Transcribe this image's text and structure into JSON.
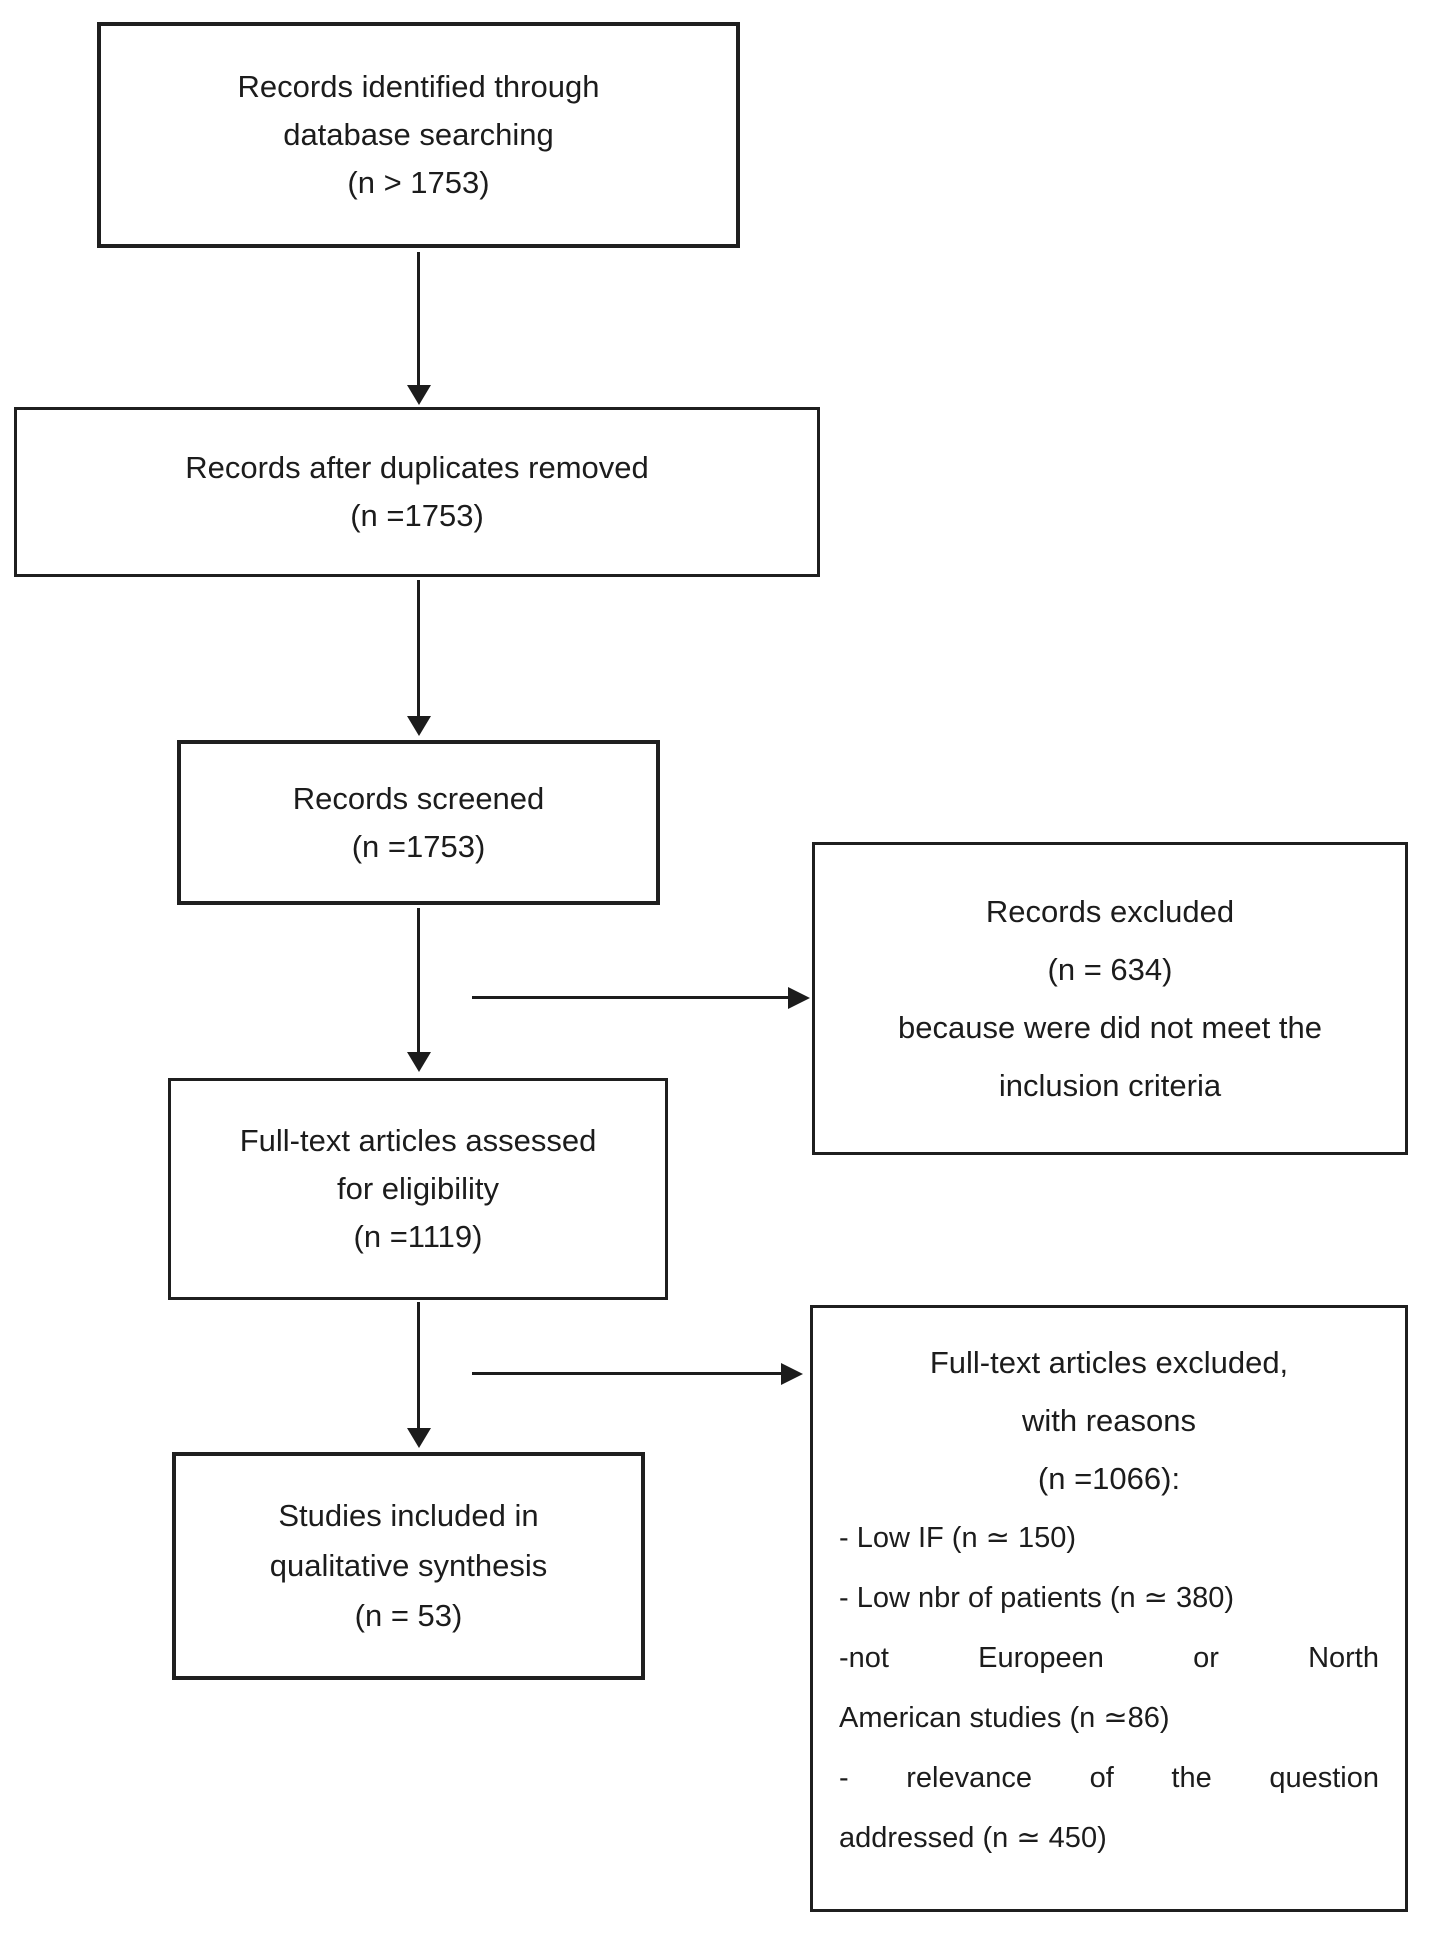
{
  "colors": {
    "border": "#1f1f1f",
    "text": "#1c1c1c",
    "arrow": "#1c1c1c",
    "background": "#ffffff"
  },
  "flow": {
    "boxes": {
      "identification": {
        "lines": [
          "Records identified through",
          "database searching",
          "(n > 1753)"
        ]
      },
      "duplicates_removed": {
        "lines": [
          "Records after duplicates removed",
          "(n =1753)"
        ]
      },
      "screened": {
        "lines": [
          "Records screened",
          "(n =1753)"
        ]
      },
      "records_excluded": {
        "lines": [
          "Records excluded",
          "(n = 634)",
          "because were did not meet the",
          "inclusion criteria"
        ]
      },
      "fulltext_assessed": {
        "lines": [
          "Full-text articles assessed",
          "for eligibility",
          "(n =1119)"
        ]
      },
      "fulltext_excluded": {
        "heading_lines": [
          "Full-text articles excluded,",
          "with reasons",
          "(n =1066):"
        ],
        "reason_lines": [
          [
            "- Low IF (n ≃ 150)"
          ],
          [
            "- Low nbr of patients (n ≃ 380)"
          ],
          [
            "-not Europeen or North",
            "American studies (n ≃86)"
          ],
          [
            "- relevance of the question",
            "addressed (n ≃ 450)"
          ]
        ]
      },
      "included": {
        "lines": [
          "Studies included in",
          "qualitative synthesis",
          "(n = 53)"
        ]
      }
    }
  }
}
